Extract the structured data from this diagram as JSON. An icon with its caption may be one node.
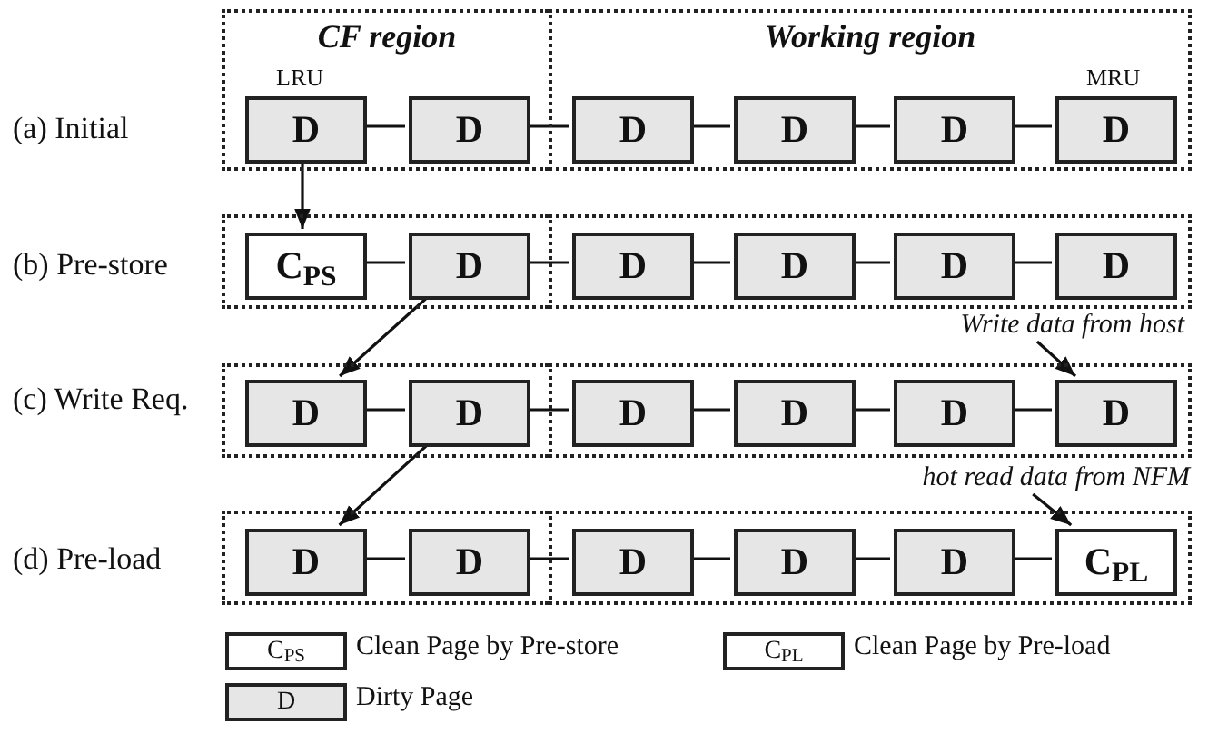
{
  "diagram": {
    "nodes": [
      {
        "text": [
          "CF region"
        ]
      },
      {
        "text": [
          "Working region"
        ]
      },
      {
        "text": [
          "D"
        ],
        "in": 0,
        "beside": [
          "LRU"
        ]
      },
      {
        "text": [
          "D"
        ],
        "in": 0
      },
      {
        "text": [
          "D"
        ],
        "in": 1
      },
      {
        "text": [
          "D"
        ],
        "in": 1
      },
      {
        "text": [
          "D"
        ],
        "in": 1
      },
      {
        "text": [
          "D"
        ],
        "in": 1,
        "beside": [
          "MRU"
        ]
      },
      {
        "text": [],
        "shape": "box"
      },
      {
        "text": [],
        "shape": "box"
      },
      {
        "text": [
          "C$_{PS}$"
        ],
        "in": 8
      },
      {
        "text": [
          "D"
        ],
        "in": 8
      },
      {
        "text": [
          "D"
        ],
        "in": 9
      },
      {
        "text": [
          "D"
        ],
        "in": 9
      },
      {
        "text": [
          "D"
        ],
        "in": 9
      },
      {
        "text": [
          "D"
        ],
        "in": 9
      },
      {
        "text": [],
        "shape": "box"
      },
      {
        "text": [],
        "shape": "box"
      },
      {
        "text": [
          "D"
        ],
        "in": 16
      },
      {
        "text": [
          "D"
        ],
        "in": 16
      },
      {
        "text": [
          "D"
        ],
        "in": 17
      },
      {
        "text": [
          "D"
        ],
        "in": 17
      },
      {
        "text": [
          "D"
        ],
        "in": 17
      },
      {
        "text": [
          "D"
        ],
        "in": 17
      },
      {
        "text": [],
        "shape": "box"
      },
      {
        "text": [],
        "shape": "box"
      },
      {
        "text": [
          "D"
        ],
        "in": 24
      },
      {
        "text": [
          "D"
        ],
        "in": 24
      },
      {
        "text": [
          "D"
        ],
        "in": 25
      },
      {
        "text": [
          "D"
        ],
        "in": 25
      },
      {
        "text": [
          "D"
        ],
        "in": 25
      },
      {
        "text": [
          "C$_{PL}$"
        ],
        "in": 25
      },
      {
        "text": [
          "Write data from host"
        ]
      },
      {
        "text": [
          "hot read data from NFM"
        ]
      },
      {
        "text": [
          "C$_{PS}$"
        ],
        "beside": [
          "Clean Page by Pre-store"
        ]
      },
      {
        "text": [
          "C$_{PL}$"
        ],
        "beside": [
          "Clean Page by Pre-load"
        ]
      },
      {
        "text": [
          "D"
        ],
        "beside": [
          "Dirty Page"
        ]
      }
    ],
    "edges": [
      {
        "from": 2,
        "to": 3,
        "arrow": "none"
      },
      {
        "from": 3,
        "to": 4,
        "arrow": "none"
      },
      {
        "from": 4,
        "to": 5,
        "arrow": "none"
      },
      {
        "from": 5,
        "to": 6,
        "arrow": "none"
      },
      {
        "from": 6,
        "to": 7,
        "arrow": "none"
      },
      {
        "from": 10,
        "to": 11,
        "arrow": "none"
      },
      {
        "from": 11,
        "to": 12,
        "arrow": "none"
      },
      {
        "from": 12,
        "to": 13,
        "arrow": "none"
      },
      {
        "from": 13,
        "to": 14,
        "arrow": "none"
      },
      {
        "from": 14,
        "to": 15,
        "arrow": "none"
      },
      {
        "from": 18,
        "to": 19,
        "arrow": "none"
      },
      {
        "from": 19,
        "to": 20,
        "arrow": "none"
      },
      {
        "from": 20,
        "to": 21,
        "arrow": "none"
      },
      {
        "from": 21,
        "to": 22,
        "arrow": "none"
      },
      {
        "from": 22,
        "to": 23,
        "arrow": "none"
      },
      {
        "from": 26,
        "to": 27,
        "arrow": "none"
      },
      {
        "from": 27,
        "to": 28,
        "arrow": "none"
      },
      {
        "from": 28,
        "to": 29,
        "arrow": "none"
      },
      {
        "from": 29,
        "to": 30,
        "arrow": "none"
      },
      {
        "from": 30,
        "to": 31,
        "arrow": "none"
      },
      {
        "from": 2,
        "to": 10,
        "arrow": "to"
      },
      {
        "from": 11,
        "to": 18,
        "arrow": "to"
      },
      {
        "from": 19,
        "to": 26,
        "arrow": "to"
      },
      {
        "from": 32,
        "to": 23,
        "arrow": "to"
      },
      {
        "from": 33,
        "to": 31,
        "arrow": "to"
      }
    ],
    "labels": [
      "(a) Initial",
      "(b) Pre-store",
      "(c) Write Req.",
      "(d) Pre-load"
    ]
  }
}
